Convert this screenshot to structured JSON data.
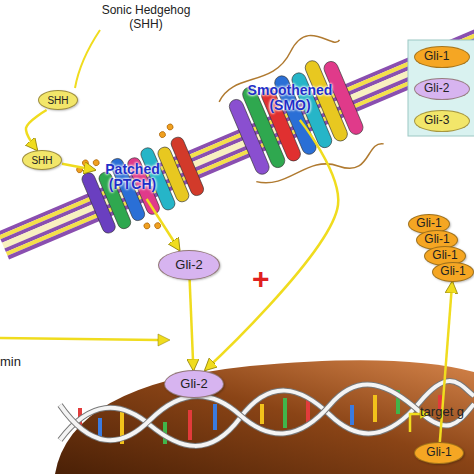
{
  "diagram": {
    "nodes": [
      {
        "text": [
          "SHH"
        ]
      },
      {
        "text": [
          "SHH"
        ]
      },
      {
        "text": [
          "Patched (PTCH)"
        ]
      },
      {
        "text": [
          "Smoothened (SMO)"
        ]
      },
      {
        "text": [
          "Gli-2"
        ]
      },
      {
        "text": [
          "Gli-1"
        ]
      },
      {
        "text": [
          "Gli-1"
        ]
      },
      {
        "text": [
          "Gli-1"
        ]
      },
      {
        "text": [
          "Gli-1"
        ]
      },
      {
        "text": [
          "Gli-2"
        ]
      },
      {
        "text": [
          "Gli-1"
        ]
      }
    ],
    "edges": [
      {
        "from": 0,
        "to": 1,
        "arrow": "to"
      },
      {
        "from": 1,
        "to": 2,
        "arrow": "to"
      },
      {
        "from": 2,
        "to": 4,
        "arrow": "to"
      },
      {
        "from": 3,
        "to": 9,
        "arrow": "to"
      },
      {
        "from": 4,
        "to": 9,
        "arrow": "to"
      },
      {
        "from": 10,
        "to": 8,
        "arrow": "to"
      }
    ],
    "labels": [
      "Sonic Hedgehog (SHH)",
      "+",
      "min",
      "target g"
    ],
    "legend": [
      {
        "text": "Gli-1",
        "color": "#f5a623"
      },
      {
        "text": "Gli-2",
        "color": "#d7b4f0"
      },
      {
        "text": "Gli-3",
        "color": "#f2e66a"
      }
    ]
  }
}
